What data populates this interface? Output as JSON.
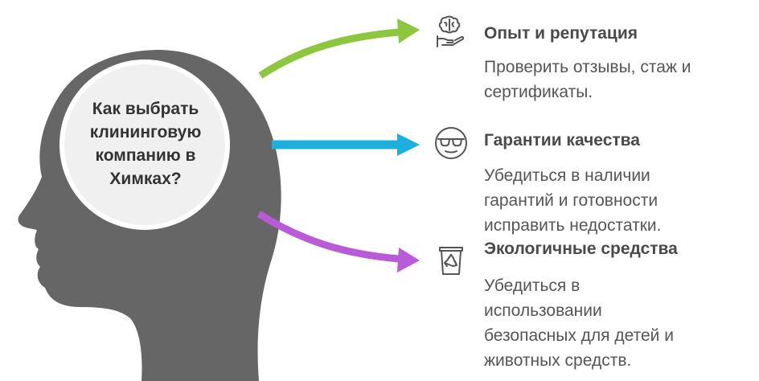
{
  "center": {
    "title_lines": [
      "Как выбрать",
      "клининговую",
      "компанию в",
      "Химках?"
    ]
  },
  "colors": {
    "head": "#666666",
    "head_circle": "#f0f0f0",
    "arrow_top": "#8dc63f",
    "arrow_middle": "#1bb1dc",
    "arrow_bottom": "#b95ad6",
    "title_text": "#4a4a4a",
    "desc_text": "#555555"
  },
  "items": [
    {
      "title": "Опыт и репутация",
      "desc_lines": [
        "Проверить отзывы, стаж и",
        "сертификаты."
      ],
      "icon": "brain-hand-icon"
    },
    {
      "title": "Гарантии качества",
      "desc_lines": [
        "Убедиться в наличии",
        "гарантий и готовности",
        "исправить недостатки."
      ],
      "icon": "sunglasses-face-icon"
    },
    {
      "title": "Экологичные средства",
      "desc_lines": [
        "Убедиться в",
        "использовании",
        "безопасных для детей и",
        "животных средств."
      ],
      "icon": "recycle-bin-icon"
    }
  ]
}
